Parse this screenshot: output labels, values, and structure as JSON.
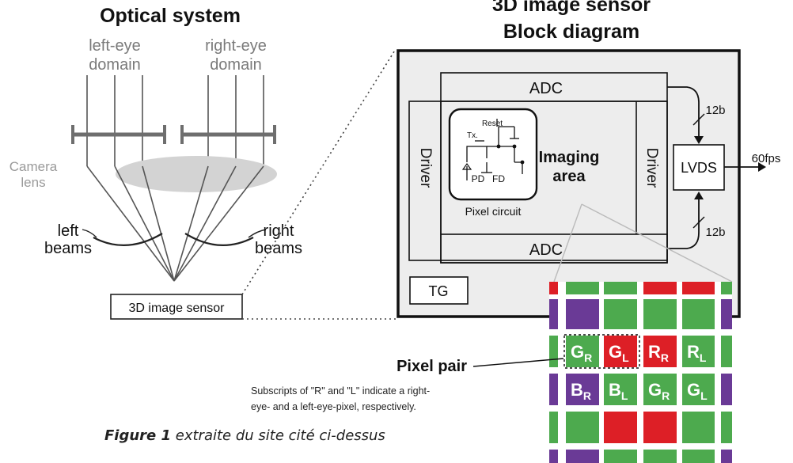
{
  "optical": {
    "title": "Optical system",
    "left_domain": [
      "left-eye",
      "domain"
    ],
    "right_domain": [
      "right-eye",
      "domain"
    ],
    "camera_lens": [
      "Camera",
      "lens"
    ],
    "left_beams": [
      "left",
      "beams"
    ],
    "right_beams": [
      "right",
      "beams"
    ],
    "sensor_label": "3D image sensor"
  },
  "block": {
    "title": [
      "3D image sensor",
      "Block diagram"
    ],
    "adc_top": "ADC",
    "adc_bottom": "ADC",
    "driver_left": "Driver",
    "driver_right": "Driver",
    "imaging": [
      "Imaging",
      "area"
    ],
    "lvds": "LVDS",
    "fps": "60fps",
    "bits_top": "12b",
    "bits_bottom": "12b",
    "tg": "TG"
  },
  "pixel_circuit": {
    "label": "Pixel circuit",
    "reset": "Reset",
    "tx": "Tx.",
    "pd": "PD",
    "fd": "FD"
  },
  "pixel_pair": {
    "label": "Pixel pair",
    "note": [
      "Subscripts of \"R\" and \"L\" indicate a right-",
      "eye- and a left-eye-pixel, respectively."
    ]
  },
  "colors": {
    "green": "#4daa4e",
    "red": "#dd1f26",
    "purple": "#6a3a96",
    "frame": "#111111",
    "panel": "#ededed",
    "lens": "#d3d3d3",
    "mirror": "#6e6e6e",
    "beam": "#555555"
  },
  "caption": {
    "figure": "Figure 1",
    "text": " extraite du site cité ci-dessus"
  }
}
